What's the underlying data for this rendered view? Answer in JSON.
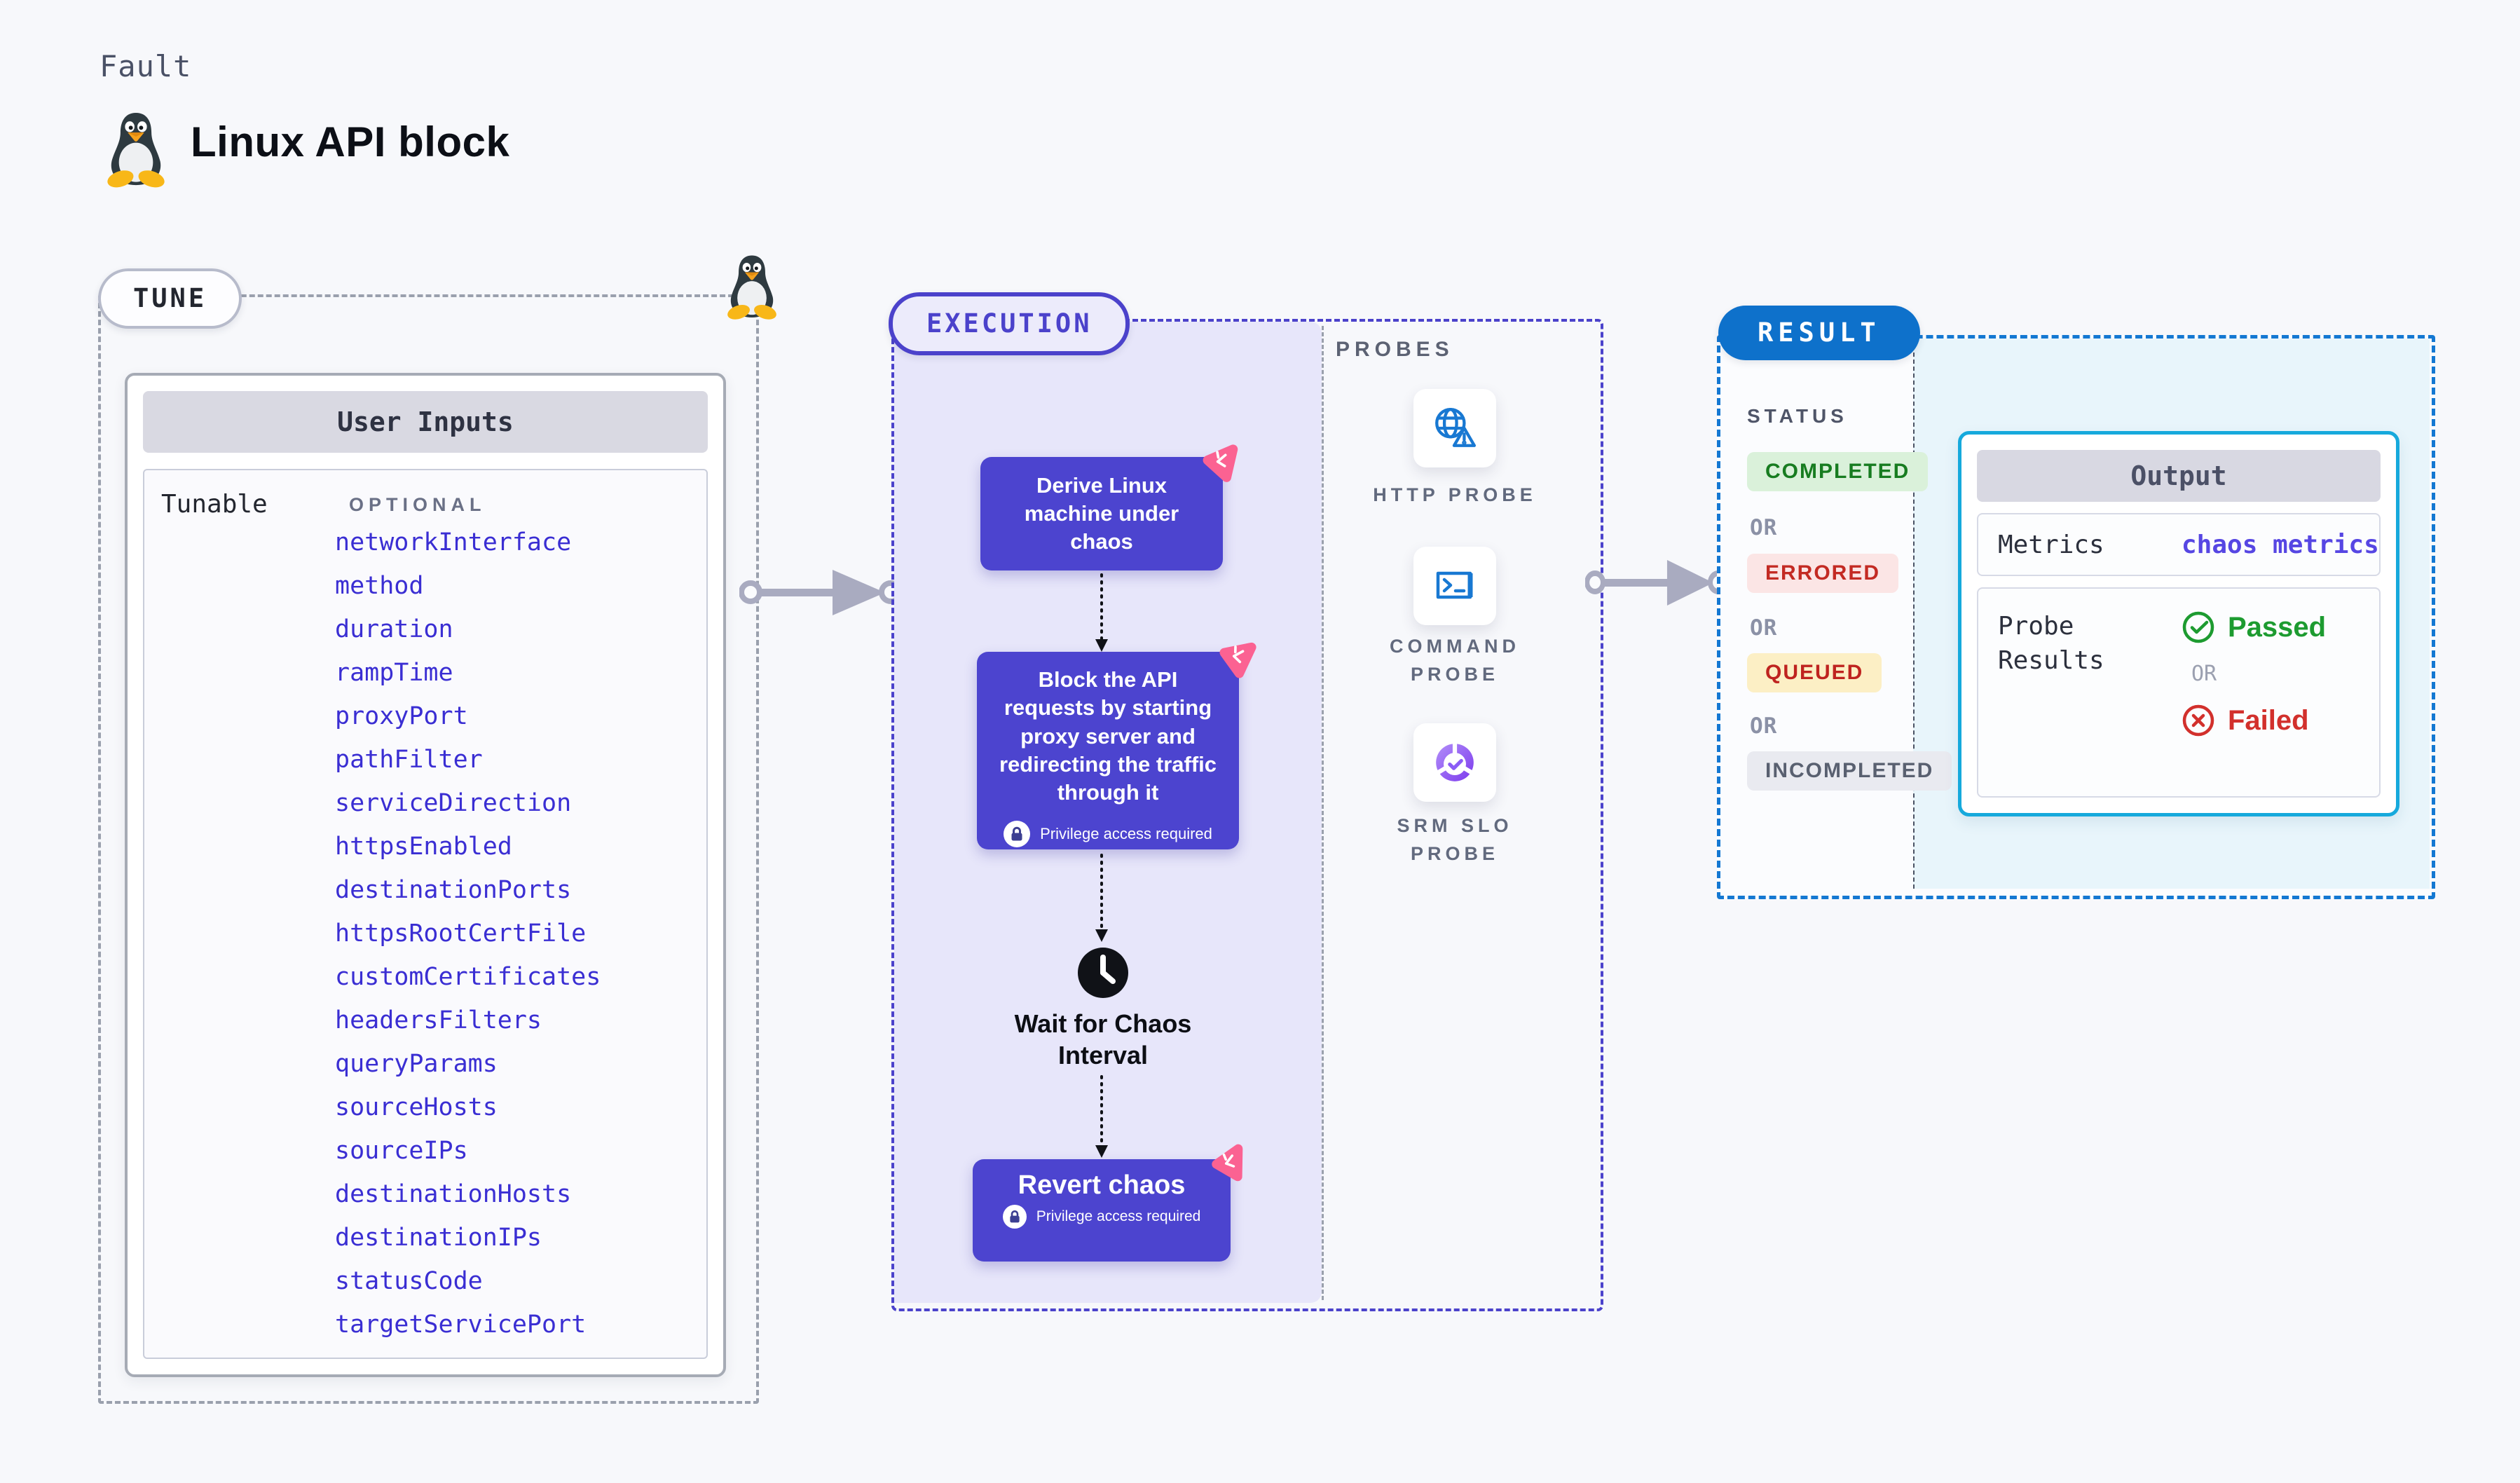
{
  "page": {
    "kicker": "Fault",
    "title": "Linux API block"
  },
  "colors": {
    "background": "#f7f8fb",
    "tune_dash": "#9aa0ad",
    "execution_accent": "#4b42cb",
    "execution_fill": "#e7e6fa",
    "flow_box": "#4c44cf",
    "chaos_pink": "#fb6292",
    "result_dash": "#1478d2",
    "result_pill": "#0e71cb",
    "output_border": "#16a9dc",
    "output_fill": "#e8f5fb",
    "param_text": "#3a2ed3",
    "completed_green": "#177c20",
    "errored_red": "#c32a23",
    "queued_amber_bg": "#fcefc5",
    "passed_green": "#1d9b30",
    "failed_red": "#d2302c",
    "probe_icon_blue": "#1878d2",
    "srm_purple": "#8b5cf6"
  },
  "tune": {
    "label": "TUNE",
    "table_title": "User Inputs",
    "row_label": "Tunable",
    "column_label": "OPTIONAL",
    "params": [
      "networkInterface",
      "method",
      "duration",
      "rampTime",
      "proxyPort",
      "pathFilter",
      "serviceDirection",
      "httpsEnabled",
      "destinationPorts",
      "httpsRootCertFile",
      "customCertificates",
      "headersFilters",
      "queryParams",
      "sourceHosts",
      "sourceIPs",
      "destinationHosts",
      "destinationIPs",
      "statusCode",
      "targetServicePort"
    ]
  },
  "execution": {
    "label": "EXECUTION",
    "steps": [
      {
        "text": "Derive Linux machine under chaos"
      },
      {
        "text": "Block the API requests by starting proxy server and redirecting the traffic through it",
        "badge": "Privilege access required"
      },
      {
        "text": "Wait for Chaos Interval"
      },
      {
        "text": "Revert chaos",
        "badge": "Privilege access required"
      }
    ]
  },
  "probes": {
    "label": "PROBES",
    "items": [
      {
        "name": "HTTP PROBE",
        "icon": "globe-alert-icon"
      },
      {
        "name": "COMMAND PROBE",
        "icon": "terminal-icon"
      },
      {
        "name": "SRM SLO PROBE",
        "icon": "slo-pie-check-icon"
      }
    ]
  },
  "result": {
    "label": "RESULT",
    "status_label": "STATUS",
    "or_label": "OR",
    "statuses": [
      "COMPLETED",
      "ERRORED",
      "QUEUED",
      "INCOMPLETED"
    ],
    "output": {
      "title": "Output",
      "metrics_label": "Metrics",
      "metrics_value": "chaos metrics",
      "probe_results_label": "Probe Results",
      "passed": "Passed",
      "failed": "Failed",
      "or_label": "OR"
    }
  }
}
